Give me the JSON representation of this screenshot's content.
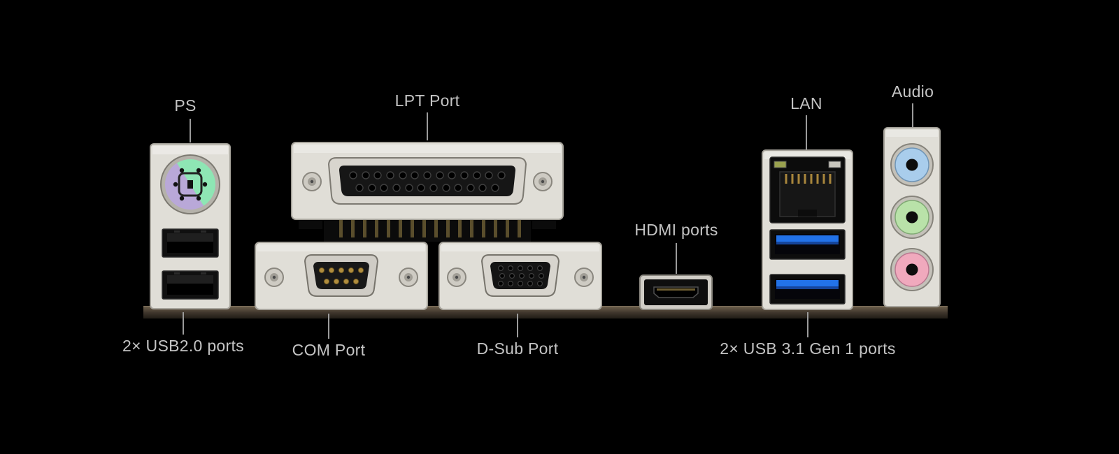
{
  "diagram": {
    "labels": {
      "ps2": "PS",
      "lpt": "LPT Port",
      "hdmi": "HDMI ports",
      "lan": "LAN",
      "audio": "Audio",
      "usb20": "2× USB2.0 ports",
      "com": "COM Port",
      "dsub": "D-Sub Port",
      "usb31": "2× USB 3.1 Gen 1 ports"
    }
  },
  "colors": {
    "background": "#000000",
    "label_text": "#c4c4c4",
    "leader_line": "#9b9b9b",
    "bracket_metal": "#e0ded7",
    "connector_black": "#101010",
    "usb3_tongue_blue": "#2272e8",
    "ps2_green": "#8ee6b4",
    "ps2_purple": "#b9a8d8",
    "audio_line_in_blue": "#a9cdec",
    "audio_line_out_green": "#b9e2a9",
    "audio_mic_pink": "#f0a9bd",
    "lan_led_green": "#9aa24f",
    "board_edge_brown": "#4a4036",
    "pin_gold": "#b08d3e"
  }
}
